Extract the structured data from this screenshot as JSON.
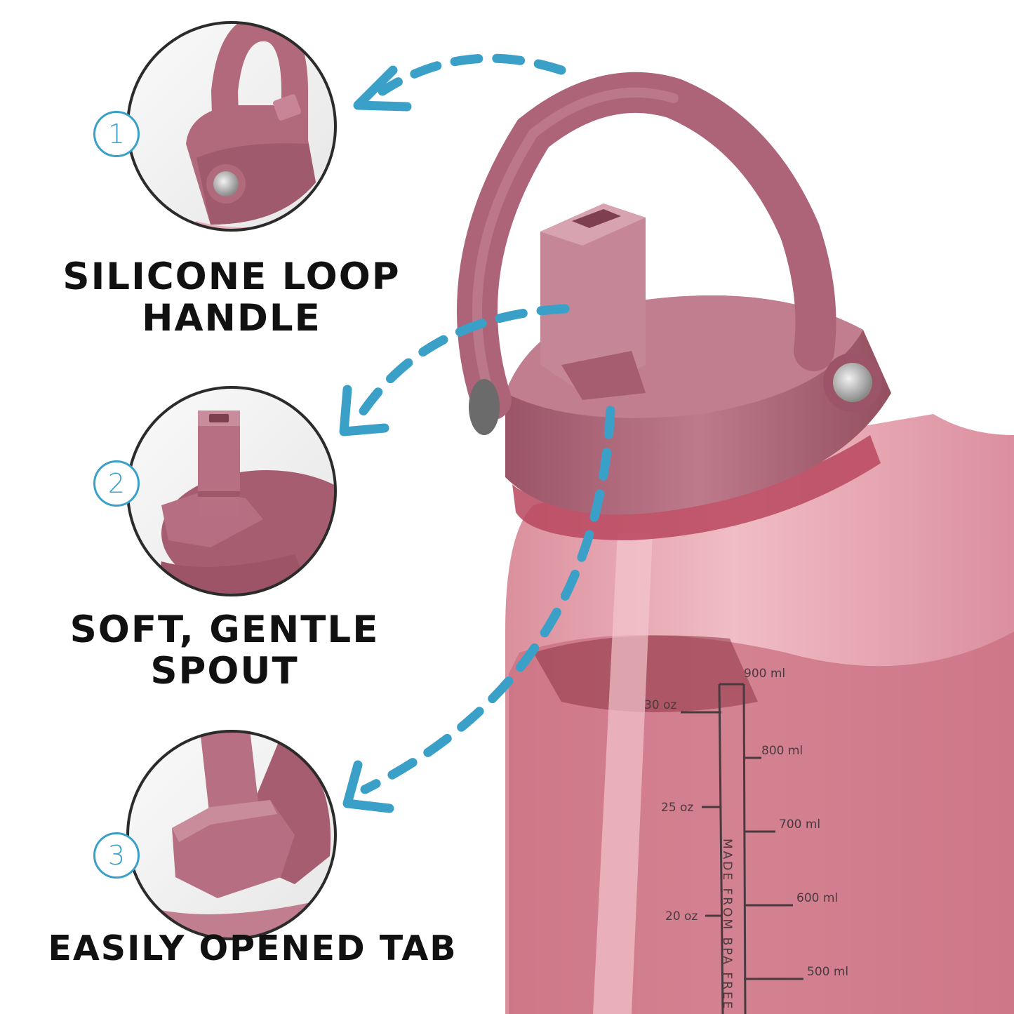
{
  "features": [
    {
      "number": "1",
      "line1": "SILICONE LOOP",
      "line2": "HANDLE"
    },
    {
      "number": "2",
      "line1": "SOFT, GENTLE",
      "line2": "SPOUT"
    },
    {
      "number": "3",
      "line1": "EASILY OPENED TAB",
      "line2": ""
    }
  ],
  "scale": {
    "ml": [
      "900 ml",
      "800 ml",
      "700 ml",
      "600 ml",
      "500 ml"
    ],
    "oz": [
      "30 oz",
      "25 oz",
      "20 oz"
    ],
    "vertical_text": "MADE FROM BPA FREE"
  },
  "colors": {
    "accent": "#3aa0c8",
    "cap": "#b06a7c",
    "bottle": "#e8a5b0",
    "text": "#111111"
  }
}
